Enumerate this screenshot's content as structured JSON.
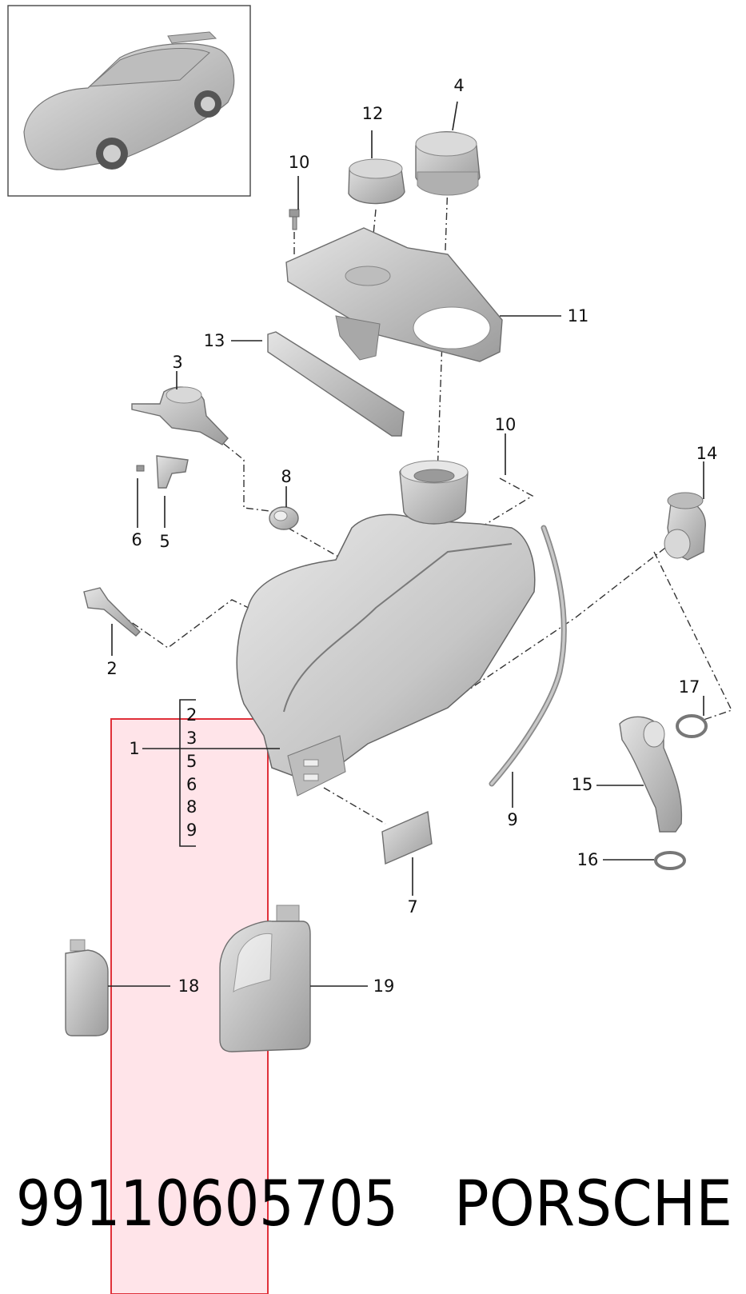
{
  "diagram": {
    "part_number": "99110605705",
    "brand": "PORSCHE",
    "callouts": {
      "c1": "1",
      "c2": "2",
      "c3": "3",
      "c4": "4",
      "c5": "5",
      "c6": "6",
      "c7": "7",
      "c8": "8",
      "c9": "9",
      "c10a": "10",
      "c10b": "10",
      "c11": "11",
      "c12": "12",
      "c13": "13",
      "c14": "14",
      "c15": "15",
      "c16": "16",
      "c17": "17",
      "c18": "18",
      "c19": "19"
    },
    "group_1_items": [
      "2",
      "3",
      "5",
      "6",
      "8",
      "9"
    ]
  },
  "colors": {
    "part_fill": "#cfcfcf",
    "part_shadow": "#a9a9a9",
    "highlight_fill": "#ffd9e0",
    "highlight_stroke": "#e0303a"
  }
}
